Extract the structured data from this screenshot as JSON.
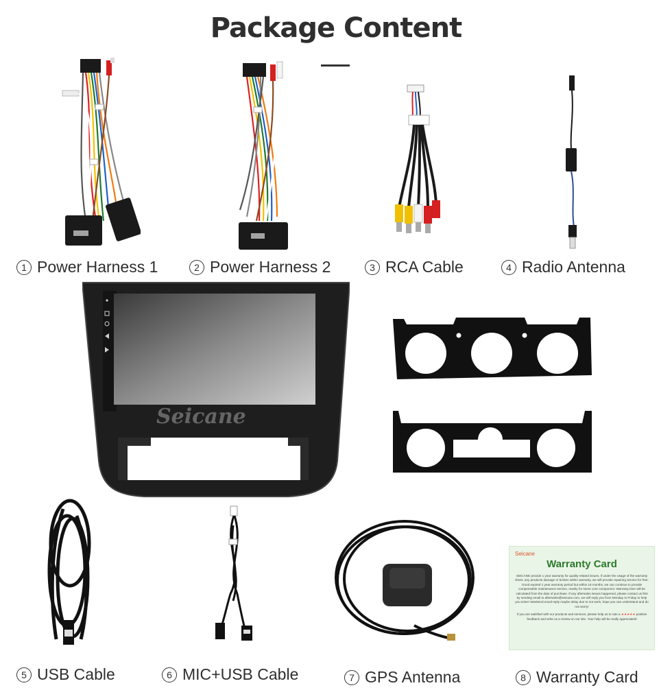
{
  "page": {
    "title": "Package Content"
  },
  "items": [
    {
      "num": "1",
      "label": "Power Harness 1"
    },
    {
      "num": "2",
      "label": "Power Harness 2"
    },
    {
      "num": "3",
      "label": "RCA Cable"
    },
    {
      "num": "4",
      "label": "Radio Antenna"
    },
    {
      "num": "5",
      "label": "USB Cable"
    },
    {
      "num": "6",
      "label": "MIC+USB Cable"
    },
    {
      "num": "7",
      "label": "GPS Antenna"
    },
    {
      "num": "8",
      "label": "Warranty Card"
    }
  ],
  "head_unit": {
    "watermark": "Seicane"
  },
  "warranty_card": {
    "brand": "Seicane",
    "title": "Warranty Card",
    "body": "SEICANE provide 1 year warranty for quality related issues, if under the usage of the warranty sheet, any products damage or broken within warranty, we will provide repairing service for free. Good expired 1 year warranty period but within 18 months, we can continue to provide compensable maintenance service, mainly for some core component. Warranty time will be calculated from the date of purchase. If any aftersales issues happened, please contact us first by sending email to aftersales@seicane.com, we will reply you from Monday to Friday to help you solve! Weekend email reply maybe delay due to not work, hope you can understand and do not worry!",
    "body2_pre": "If you are satisfied with our products and services, please help us to rate a",
    "stars": "★★★★★",
    "body2_post": "positive feedback and write us a review on our site. Your help will be really appreciated!"
  },
  "colors": {
    "harness_black": "#1a1a1a",
    "wire_colors": [
      "#e02020",
      "#f2c200",
      "#1f7a2f",
      "#2060c8",
      "#f07a10",
      "#888888",
      "#ffffff",
      "#8a4b20"
    ],
    "rca_red": "#d42020",
    "rca_yellow": "#f0c000",
    "rca_white": "#f4f4f4",
    "card_green": "#2d7a2d",
    "card_bg": "#e9f5e6"
  }
}
